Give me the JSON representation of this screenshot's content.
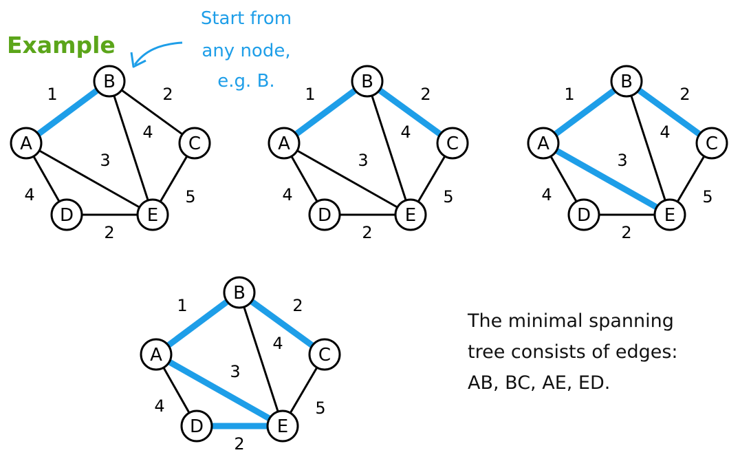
{
  "title": "Example",
  "annotation": [
    "Start from",
    "any node,",
    "e.g. B."
  ],
  "conclusion": [
    "The minimal spanning",
    "tree consists of edges:",
    "AB, BC, AE, ED."
  ],
  "colors": {
    "title": "#5ba51a",
    "highlight": "#1e9ee8",
    "edge": "#000000"
  },
  "nodes": [
    "A",
    "B",
    "C",
    "D",
    "E"
  ],
  "edges": [
    {
      "from": "A",
      "to": "B",
      "weight": "1"
    },
    {
      "from": "B",
      "to": "C",
      "weight": "2"
    },
    {
      "from": "B",
      "to": "E",
      "weight": "4"
    },
    {
      "from": "A",
      "to": "E",
      "weight": "3"
    },
    {
      "from": "A",
      "to": "D",
      "weight": "4"
    },
    {
      "from": "D",
      "to": "E",
      "weight": "2"
    },
    {
      "from": "C",
      "to": "E",
      "weight": "5"
    }
  ],
  "steps": [
    {
      "highlighted": [
        "A-B"
      ]
    },
    {
      "highlighted": [
        "A-B",
        "B-C"
      ]
    },
    {
      "highlighted": [
        "A-B",
        "B-C",
        "A-E"
      ]
    },
    {
      "highlighted": [
        "A-B",
        "B-C",
        "A-E",
        "D-E"
      ]
    }
  ]
}
